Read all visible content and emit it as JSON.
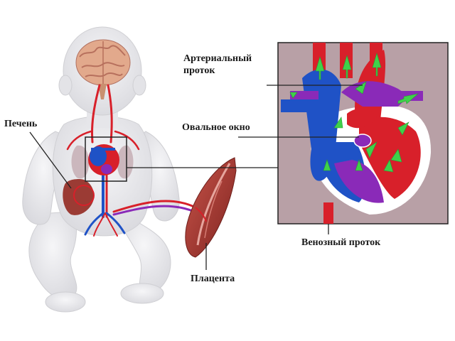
{
  "labels": {
    "ductus_arteriosus_line1": "Артериальный",
    "ductus_arteriosus_line2": "проток",
    "foramen_ovale": "Овальное окно",
    "liver": "Печень",
    "ductus_venosus": "Венозный проток",
    "placenta": "Плацента"
  },
  "colors": {
    "body": "#e9e9eb",
    "body_outline": "#cfcfd3",
    "artery": "#d8202a",
    "vein": "#1f52c6",
    "mixed": "#8a2ab8",
    "liver": "#9b3b34",
    "placenta": "#a8352e",
    "brain": "#e2a98c",
    "arrow": "#3fd14a",
    "inset_bg": "#b8a0a6"
  }
}
